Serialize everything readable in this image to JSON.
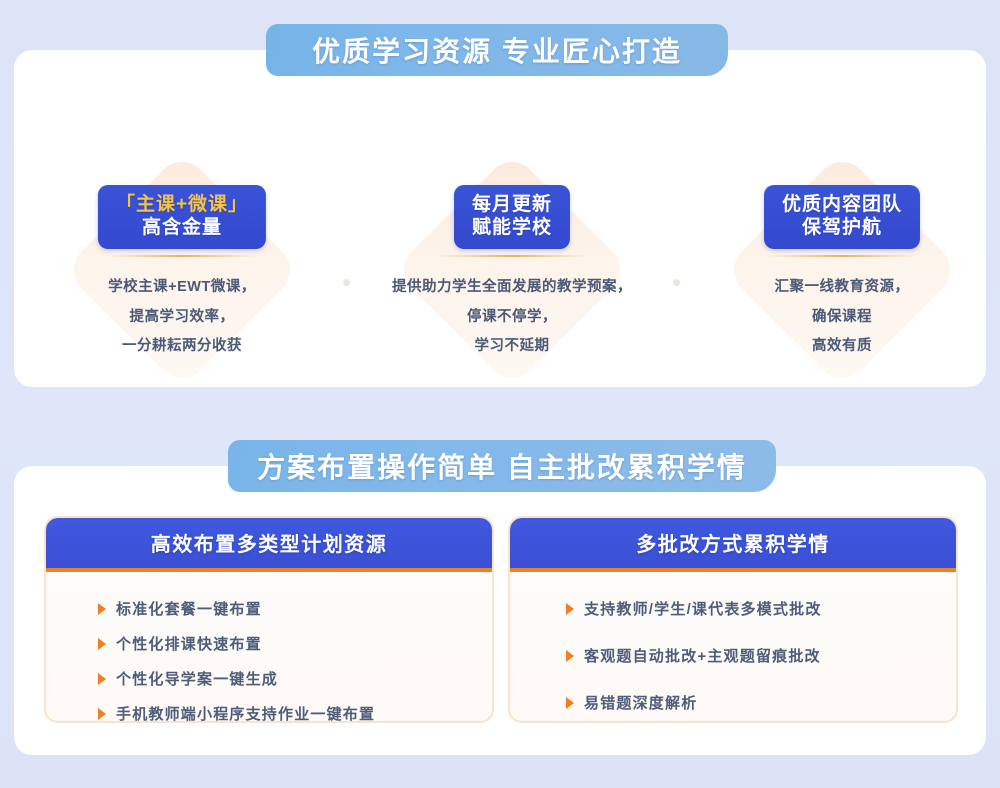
{
  "theme": {
    "page_background": "#dde4f8",
    "card_background": "#ffffff",
    "banner_blue": "#7fb7ea",
    "badge_blue": "#3a53d6",
    "badge_gold": "#f5c346",
    "panel_header_blue": "#3f59e0",
    "panel_accent_orange": "#e8832c",
    "bullet_marker_orange": "#ef7f22",
    "body_text": "#4b5876",
    "diamond_peach": "#fbeadb"
  },
  "section1": {
    "banner_title": "优质学习资源 专业匠心打造",
    "features": [
      {
        "badge_lines": [
          "「主课+微课」",
          "高含金量"
        ],
        "badge_line_colors": [
          "gold",
          "white"
        ],
        "desc_lines": [
          "学校主课+EWT微课，",
          "提高学习效率，",
          "一分耕耘两分收获"
        ]
      },
      {
        "badge_lines": [
          "每月更新",
          "赋能学校"
        ],
        "badge_line_colors": [
          "white",
          "white"
        ],
        "desc_lines": [
          "提供助力学生全面发展的教学预案，",
          "停课不停学，",
          "学习不延期"
        ]
      },
      {
        "badge_lines": [
          "优质内容团队",
          "保驾护航"
        ],
        "badge_line_colors": [
          "white",
          "white"
        ],
        "desc_lines": [
          "汇聚一线教育资源，",
          "确保课程",
          "高效有质"
        ]
      }
    ]
  },
  "section2": {
    "banner_title": "方案布置操作简单 自主批改累积学情",
    "panels": [
      {
        "header": "高效布置多类型计划资源",
        "bullets": [
          "标准化套餐一键布置",
          "个性化排课快速布置",
          "个性化导学案一键生成",
          "手机教师端小程序支持作业一键布置"
        ]
      },
      {
        "header": "多批改方式累积学情",
        "bullets": [
          "支持教师/学生/课代表多模式批改",
          "客观题自动批改+主观题留痕批改",
          "易错题深度解析"
        ]
      }
    ]
  }
}
